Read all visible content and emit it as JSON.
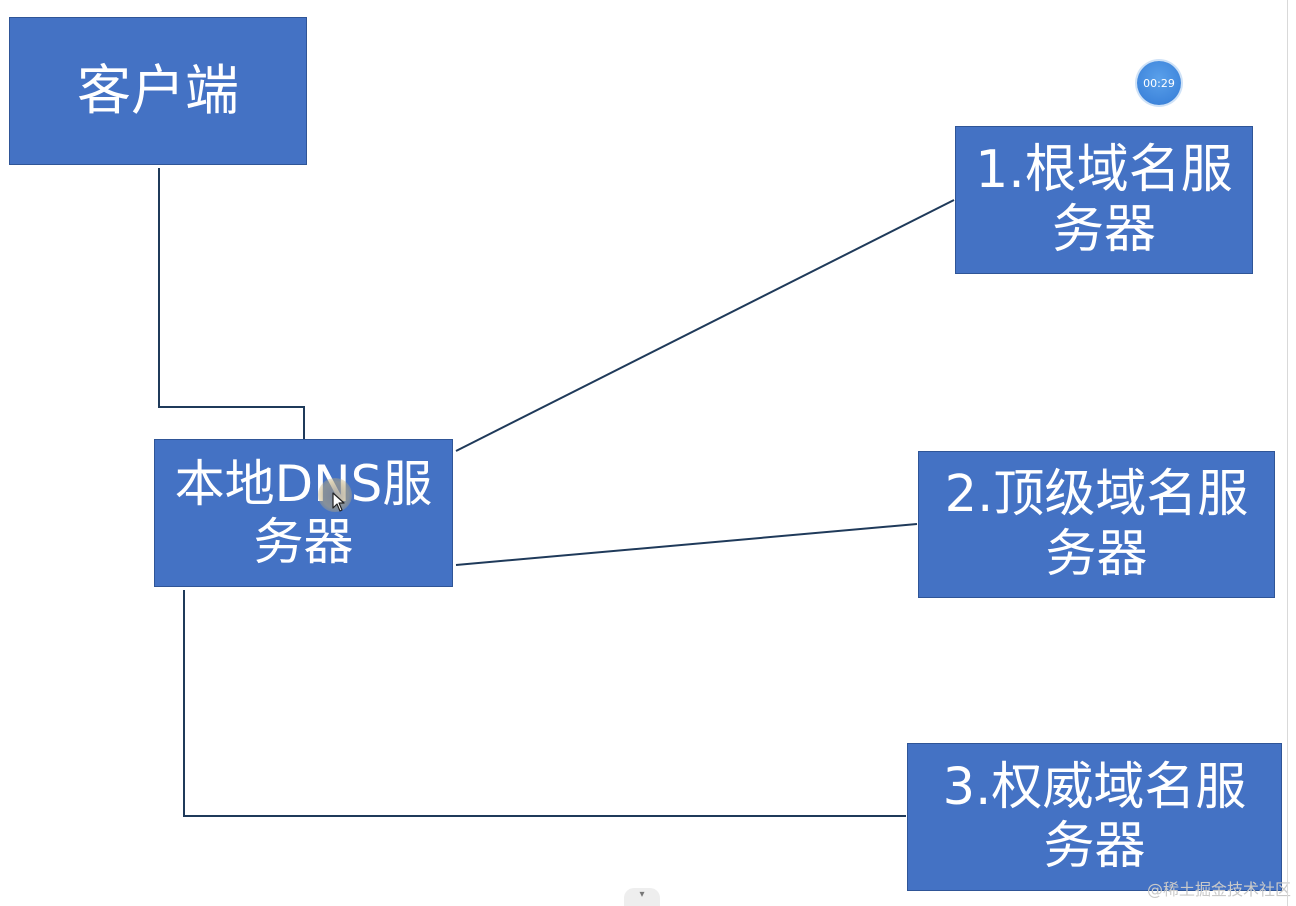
{
  "nodes": {
    "client": {
      "label": "客户端"
    },
    "local_dns": {
      "line1": "本地DNS服",
      "line2": "务器"
    },
    "root": {
      "line1": "1.根域名服",
      "line2": "务器"
    },
    "tld": {
      "line1": "2.顶级域名服",
      "line2": "务器"
    },
    "authoritative": {
      "line1": "3.权威域名服",
      "line2": "务器"
    }
  },
  "timer": {
    "text": "00:29"
  },
  "watermark": {
    "text": "@稀土掘金技术社区"
  },
  "scroll_tab": {
    "glyph": "▾"
  },
  "colors": {
    "node_fill": "#4472c4",
    "node_border": "#2f5597",
    "node_text": "#ffffff",
    "connector": "#1f3a5a",
    "background": "#ffffff"
  },
  "icons": {
    "cursor": "mouse-pointer-icon",
    "timer": "recording-timer-badge"
  }
}
